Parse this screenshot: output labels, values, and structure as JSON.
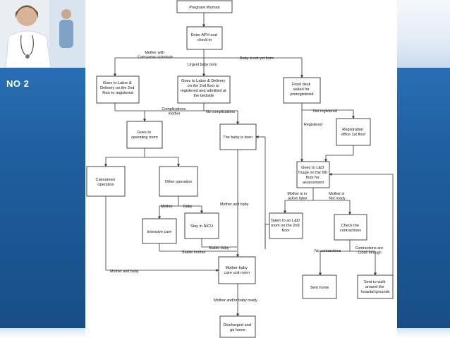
{
  "slide": {
    "label": "NO 2"
  },
  "colors": {
    "accent": "#1f5f9f",
    "box": "#ffffff",
    "line": "#333333"
  },
  "icons": {
    "doctor": "doctor-photo-icon"
  },
  "nodes": {
    "pregnant": "Pregnant Woman",
    "enter_aph": [
      "Enter APH and",
      "check-in"
    ],
    "goes_ld_left": [
      "Goes to Labor &",
      "Delivery on the 2nd",
      "floor to registered"
    ],
    "goes_ld_mid": [
      "Goes to Labor & Delivery",
      "on the 2nd floor to",
      "registered and admitted at",
      "the bedside"
    ],
    "front_desk": [
      "Front desk",
      "asked for",
      "preregistered"
    ],
    "goes_or": [
      "Goes to",
      "operating room"
    ],
    "baby_born": "The baby is born",
    "registration": [
      "Registration",
      "office 1st floor"
    ],
    "triage": [
      "Goes to L&D",
      "Triage on the 6th",
      "floor for",
      "assessment"
    ],
    "caesarean": [
      "Caesarean",
      "operation"
    ],
    "other_op": "Other operation",
    "intensive": "Intensive care",
    "nicu": "Stay in NICU",
    "taken_ld": [
      "Taken to an L&D",
      "room on the 2nd",
      "floor"
    ],
    "check_contr": [
      "Check the",
      "contractions"
    ],
    "mother_baby_unit": [
      "Mother-baby",
      "care unit room"
    ],
    "sent_home": "Sent home",
    "sent_walk": [
      "Sent to walk",
      "around the",
      "hospital grounds"
    ],
    "discharged": [
      "Discharged and",
      "go home"
    ]
  },
  "labels": {
    "mother_with": [
      "Mother with",
      "Caesarean schedule"
    ],
    "baby_not_born": "Baby is not yet born",
    "urgent": "Urgent baby born",
    "complications": [
      "Complications",
      "mother"
    ],
    "no_complications": "No complications",
    "not_registered": "Not registered",
    "registered": "Registered",
    "mother_and_baby_1": "Mother and baby",
    "mother": "Mother",
    "baby": "Baby",
    "mother_active": [
      "Mother is in",
      "active labor"
    ],
    "mother_not_ready": [
      "Mother is",
      "Not ready"
    ],
    "stable_baby": "Stable baby",
    "stable_mother": "Stable mother",
    "no_contractions": "No contractions",
    "contractions_close": [
      "Contractions are",
      "Close enough"
    ],
    "mother_and_baby_2": "Mother and baby",
    "mother_or_baby_ready": "Mother and/or baby ready"
  }
}
